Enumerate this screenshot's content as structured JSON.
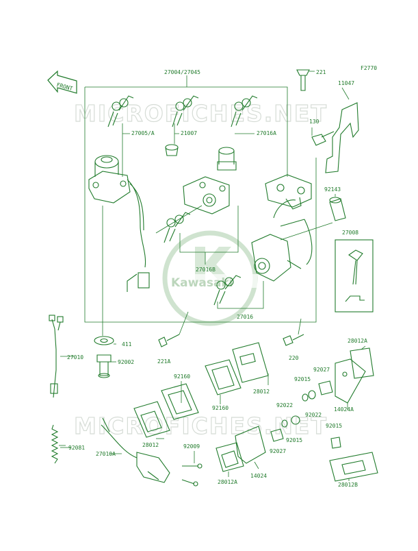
{
  "figure_code": "F2770",
  "front_label": "FRONT",
  "watermark": "MICROFICHES.NET",
  "logo_text": "Kawasaki",
  "parts": {
    "p27004": "27004/27045",
    "p221": "221",
    "p11047": "11047",
    "p27005": "27005/A",
    "p21007": "21007",
    "p27016A": "27016A",
    "p130": "130",
    "p92143": "92143",
    "p27008": "27008",
    "p27016B": "27016B",
    "p27016": "27016",
    "p411": "411",
    "p27010": "27010",
    "p92002": "92002",
    "p221A": "221A",
    "p220": "220",
    "p28012A_top": "28012A",
    "p92160_a": "92160",
    "p92160_b": "92160",
    "p28012_top": "28012",
    "p92027_top": "92027",
    "p92015_top": "92015",
    "p92022_a": "92022",
    "p92022_b": "92022",
    "p14024A": "14024A",
    "p92015_mid": "92015",
    "p92027_mid": "92027",
    "p92015_right": "92015",
    "p92081": "92081",
    "p27010A": "27010A",
    "p28012_left": "28012",
    "p92009": "92009",
    "p28012A_bottom": "28012A",
    "p14024": "14024",
    "p28012B": "28012B"
  }
}
